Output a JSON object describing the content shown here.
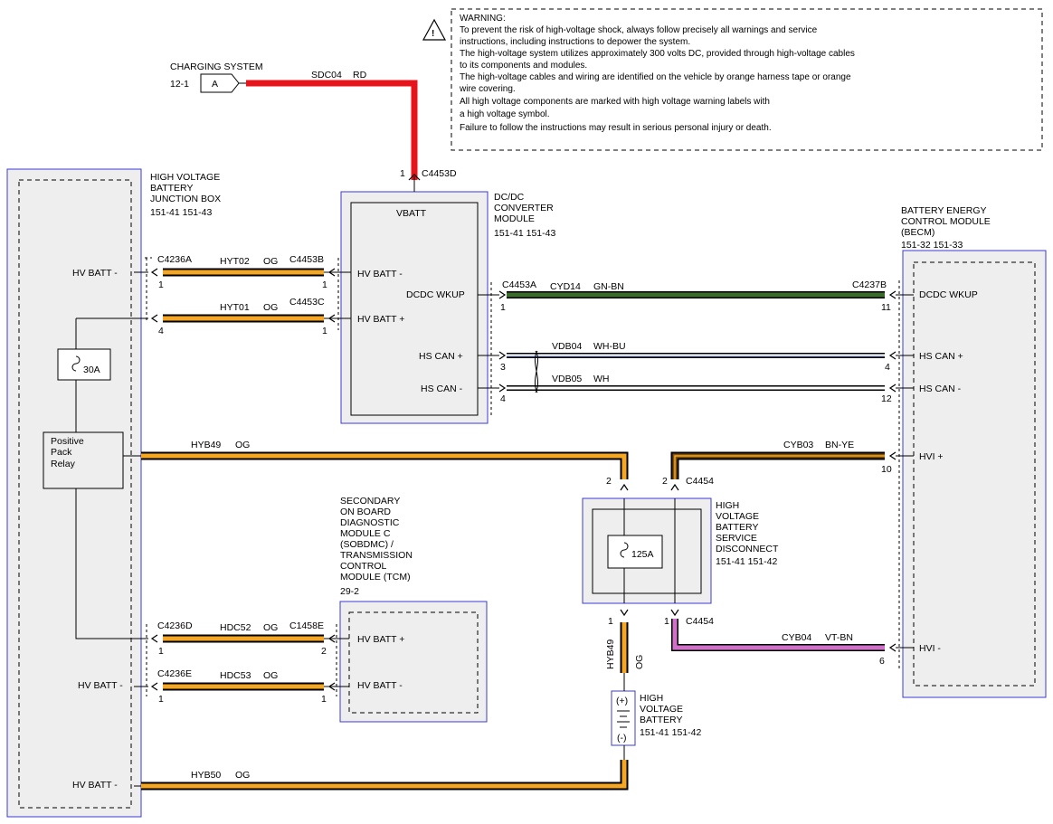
{
  "warning": {
    "lines": [
      "WARNING:",
      "To prevent the risk of high-voltage shock, always follow precisely all warnings and service",
      "instructions, including instructions to depower the system.",
      "The high-voltage system utilizes approximately 300 volts DC, provided through high-voltage cables",
      "to its components and modules.",
      "The high-voltage cables and wiring are identified on the vehicle by orange harness tape or orange",
      "wire covering.",
      "All high voltage components are marked with high voltage warning labels with",
      "a high voltage symbol.",
      "Failure to follow the instructions may result in serious personal injury or death."
    ],
    "icon_symbol": "!"
  },
  "charging": {
    "title": "CHARGING SYSTEM",
    "ref": "12-1",
    "connector_letter": "A",
    "circuit": "SDC04",
    "color": "RD"
  },
  "modules": {
    "junction_box": {
      "name_lines": [
        "HIGH VOLTAGE",
        "BATTERY",
        "JUNCTION BOX"
      ],
      "refs": "151-41  151-43",
      "pins": [
        "HV BATT -",
        "HV BATT -",
        "HV BATT -"
      ],
      "fuse_rating": "30A",
      "relay_lines": [
        "Positive",
        "Pack",
        "Relay"
      ]
    },
    "dcdc": {
      "name_lines": [
        "DC/DC",
        "CONVERTER",
        "MODULE"
      ],
      "refs": "151-41  151-43",
      "pins": {
        "vbatt": "VBATT",
        "hv_batt_neg": "HV BATT -",
        "hv_batt_pos": "HV BATT +",
        "dcdc_wkup": "DCDC WKUP",
        "hs_can_pos": "HS CAN +",
        "hs_can_neg": "HS CAN -"
      }
    },
    "becm": {
      "name_lines": [
        "BATTERY ENERGY",
        "CONTROL MODULE",
        "(BECM)"
      ],
      "refs": "151-32  151-33",
      "pins": {
        "dcdc_wkup": "DCDC WKUP",
        "hs_can_pos": "HS CAN +",
        "hs_can_neg": "HS CAN -",
        "hvi_pos": "HVI +",
        "hvi_neg": "HVI -"
      }
    },
    "sobdmc": {
      "name_lines": [
        "SECONDARY",
        "ON BOARD",
        "DIAGNOSTIC",
        "MODULE C",
        "(SOBDMC) /",
        "TRANSMISSION",
        "CONTROL",
        "MODULE (TCM)"
      ],
      "refs": "29-2",
      "pins": {
        "hv_batt_pos": "HV BATT +",
        "hv_batt_neg": "HV BATT -"
      }
    },
    "service_disconnect": {
      "name_lines": [
        "HIGH",
        "VOLTAGE",
        "BATTERY",
        "SERVICE",
        "DISCONNECT"
      ],
      "refs": "151-41  151-42",
      "fuse_rating": "125A"
    },
    "hv_battery": {
      "name_lines": [
        "HIGH",
        "VOLTAGE",
        "BATTERY"
      ],
      "refs": "151-41  151-42",
      "pos_label": "(+)",
      "neg_label": "(-)"
    }
  },
  "wires": [
    {
      "id": "hyt02",
      "circuit": "HYT02",
      "color": "OG",
      "from_conn": "C4236A",
      "from_pin": "1",
      "to_conn": "C4453B",
      "to_pin": "1"
    },
    {
      "id": "hyt01",
      "circuit": "HYT01",
      "color": "OG",
      "from_conn": "",
      "from_pin": "4",
      "to_conn": "C4453C",
      "to_pin": "1"
    },
    {
      "id": "cyd14",
      "circuit": "CYD14",
      "color": "GN-BN",
      "from_conn": "C4453A",
      "from_pin": "1",
      "to_conn": "C4237B",
      "to_pin": "11"
    },
    {
      "id": "vdb04",
      "circuit": "VDB04",
      "color": "WH-BU",
      "from_conn": "",
      "from_pin": "3",
      "to_conn": "",
      "to_pin": "4"
    },
    {
      "id": "vdb05",
      "circuit": "VDB05",
      "color": "WH",
      "from_conn": "",
      "from_pin": "4",
      "to_conn": "",
      "to_pin": "12"
    },
    {
      "id": "hyb49_top",
      "circuit": "HYB49",
      "color": "OG",
      "from_conn": "",
      "from_pin": "",
      "to_conn": "",
      "to_pin": "2"
    },
    {
      "id": "cyb03",
      "circuit": "CYB03",
      "color": "BN-YE",
      "from_conn": "C4454",
      "from_pin": "2",
      "to_conn": "",
      "to_pin": "10"
    },
    {
      "id": "cyb04",
      "circuit": "CYB04",
      "color": "VT-BN",
      "from_conn": "C4454",
      "from_pin": "1",
      "to_conn": "",
      "to_pin": "6"
    },
    {
      "id": "hdc52",
      "circuit": "HDC52",
      "color": "OG",
      "from_conn": "C4236D",
      "from_pin": "1",
      "to_conn": "C1458E",
      "to_pin": "2"
    },
    {
      "id": "hdc53",
      "circuit": "HDC53",
      "color": "OG",
      "from_conn": "C4236E",
      "from_pin": "1",
      "to_conn": "",
      "to_pin": "1"
    },
    {
      "id": "hyb49_bot",
      "circuit": "HYB49",
      "color": "OG",
      "from_conn": "",
      "from_pin": "1",
      "to_conn": "",
      "to_pin": ""
    },
    {
      "id": "hyb50",
      "circuit": "HYB50",
      "color": "OG",
      "from_conn": "",
      "from_pin": "",
      "to_conn": "",
      "to_pin": ""
    }
  ],
  "dcdc_top_connector": {
    "conn": "C4453D",
    "pin": "1"
  },
  "colors": {
    "orange": "#f5a623",
    "red": "#e8141b",
    "green": "#3a6b2a",
    "brown_yellow": "#8a4a12",
    "violet_brown": "#d070c8",
    "module_border": "#3b3bd6",
    "panel_fill": "#eeeeee"
  }
}
